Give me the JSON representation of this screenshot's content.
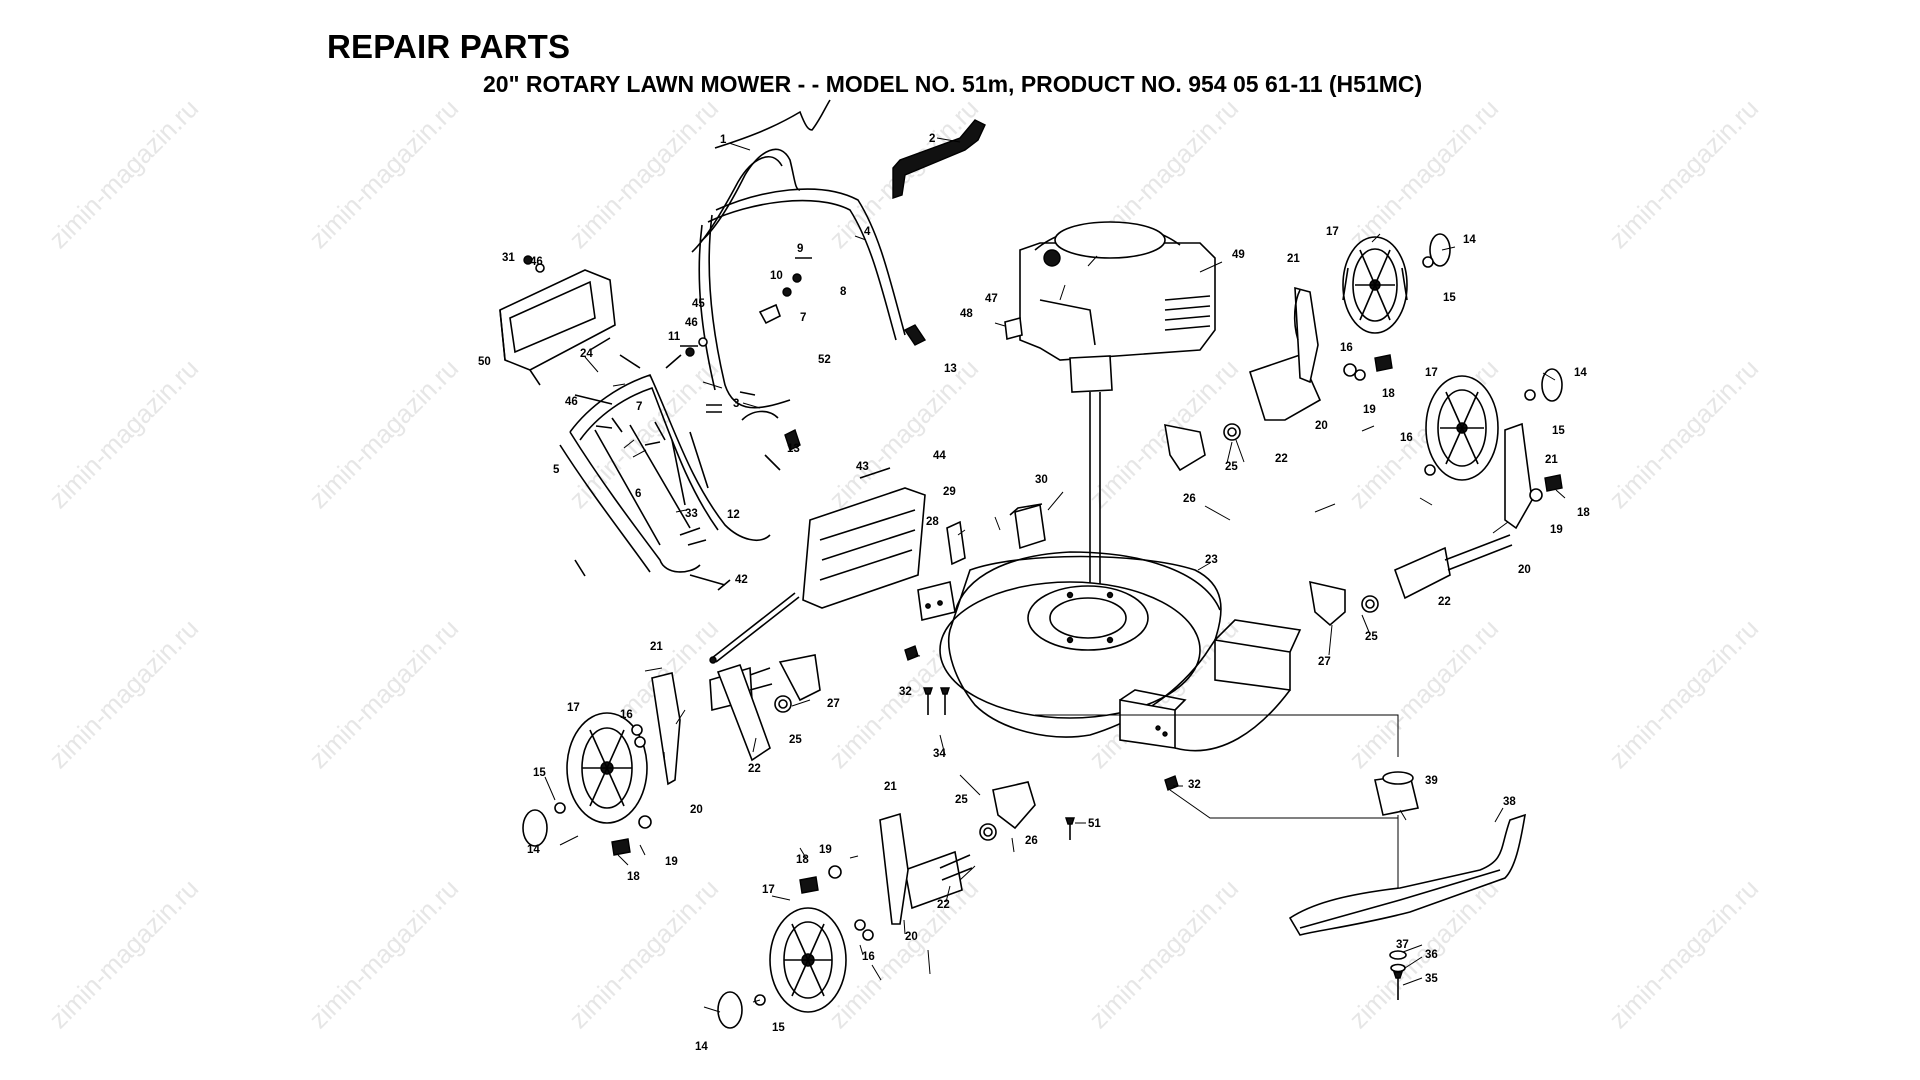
{
  "document": {
    "title": "REPAIR PARTS",
    "subtitle": "20\" ROTARY LAWN MOWER - - MODEL NO. 51m, PRODUCT NO. 954 05 61-11 (H51MC)"
  },
  "watermark": {
    "text": "zimin-magazin.ru"
  },
  "callouts": [
    "1",
    "2",
    "3",
    "4",
    "5",
    "6",
    "7",
    "8",
    "9",
    "10",
    "11",
    "12",
    "13",
    "14",
    "15",
    "16",
    "17",
    "18",
    "19",
    "20",
    "21",
    "22",
    "23",
    "24",
    "25",
    "26",
    "27",
    "28",
    "29",
    "30",
    "31",
    "32",
    "33",
    "34",
    "35",
    "36",
    "37",
    "38",
    "39",
    "42",
    "43",
    "44",
    "45",
    "46",
    "47",
    "48",
    "49",
    "50",
    "51",
    "52"
  ]
}
